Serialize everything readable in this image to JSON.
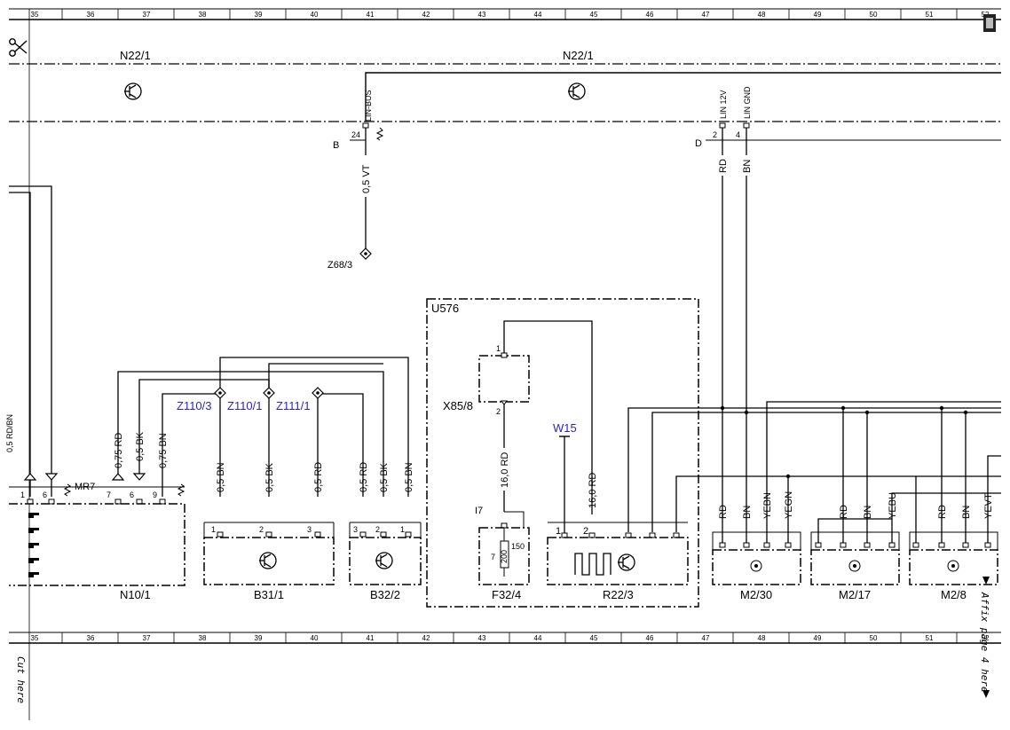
{
  "ruler": {
    "columns": [
      "35",
      "36",
      "37",
      "38",
      "39",
      "40",
      "41",
      "42",
      "43",
      "44",
      "45",
      "46",
      "47",
      "48",
      "49",
      "50",
      "51",
      "52"
    ]
  },
  "modules": {
    "n22_left": "N22/1",
    "n22_right": "N22/1",
    "u576": "U576"
  },
  "top_connector": {
    "lin_bus": "LIN-BUS",
    "lin_12v": "LIN 12V",
    "lin_gnd": "LIN GND",
    "conn_b": "B",
    "conn_d": "D",
    "pin_24": "24",
    "pin_2": "2",
    "pin_4": "4",
    "wire_vt": "0,5 VT",
    "wire_rd": "RD",
    "wire_bn": "BN",
    "ground_point": "Z68/3"
  },
  "splices": {
    "z110_3": "Z110/3",
    "z110_1": "Z110/1",
    "z111_1": "Z111/1",
    "w15": "W15"
  },
  "mr7": {
    "label": "MR7",
    "pin_1": "1",
    "pin_6a": "6",
    "pin_7": "7",
    "pin_6b": "6",
    "pin_9": "9",
    "wire_1": "0,75 RD",
    "wire_2": "0,5 BK",
    "wire_3": "0,75 BN"
  },
  "components": {
    "n10": "N10/1",
    "b31": "B31/1",
    "b32": "B32/2",
    "f32": "F32/4",
    "r22": "R22/3",
    "m2_30": "M2/30",
    "m2_17": "M2/17",
    "m2_8": "M2/8",
    "x85": "X85/8",
    "i7": "I7"
  },
  "b31_wires": {
    "w1": "0,5 BN",
    "w2": "0,5 BK",
    "w3": "0,5 RD",
    "p1": "1",
    "p2": "2",
    "p3": "3"
  },
  "b32_wires": {
    "w1": "0,5 RD",
    "w2": "0,5 BK",
    "w3": "0,5 BN",
    "p3": "3",
    "p2": "2",
    "p1": "1"
  },
  "u576_wires": {
    "x85_pin1": "1",
    "x85_pin2": "2",
    "w_16rd_a": "16,0 RD",
    "w_16rd_b": "16,0 RD",
    "r22_pin1": "1",
    "r22_pin2": "2",
    "f32_pin7": "7",
    "f32_res": "200",
    "f32_val": "150"
  },
  "motor_wires": {
    "m2_30": [
      "RD",
      "BN",
      "YEBN",
      "YEGN"
    ],
    "m2_17": [
      "RD",
      "BN",
      "YEBU"
    ],
    "m2_8": [
      "RD",
      "BN",
      "YEVT"
    ]
  },
  "notes": {
    "cut_here": "Cut here",
    "affix": "Affix page 4 here"
  },
  "colors": {
    "line": "#000000",
    "splice_text": "#2a1fd0"
  }
}
